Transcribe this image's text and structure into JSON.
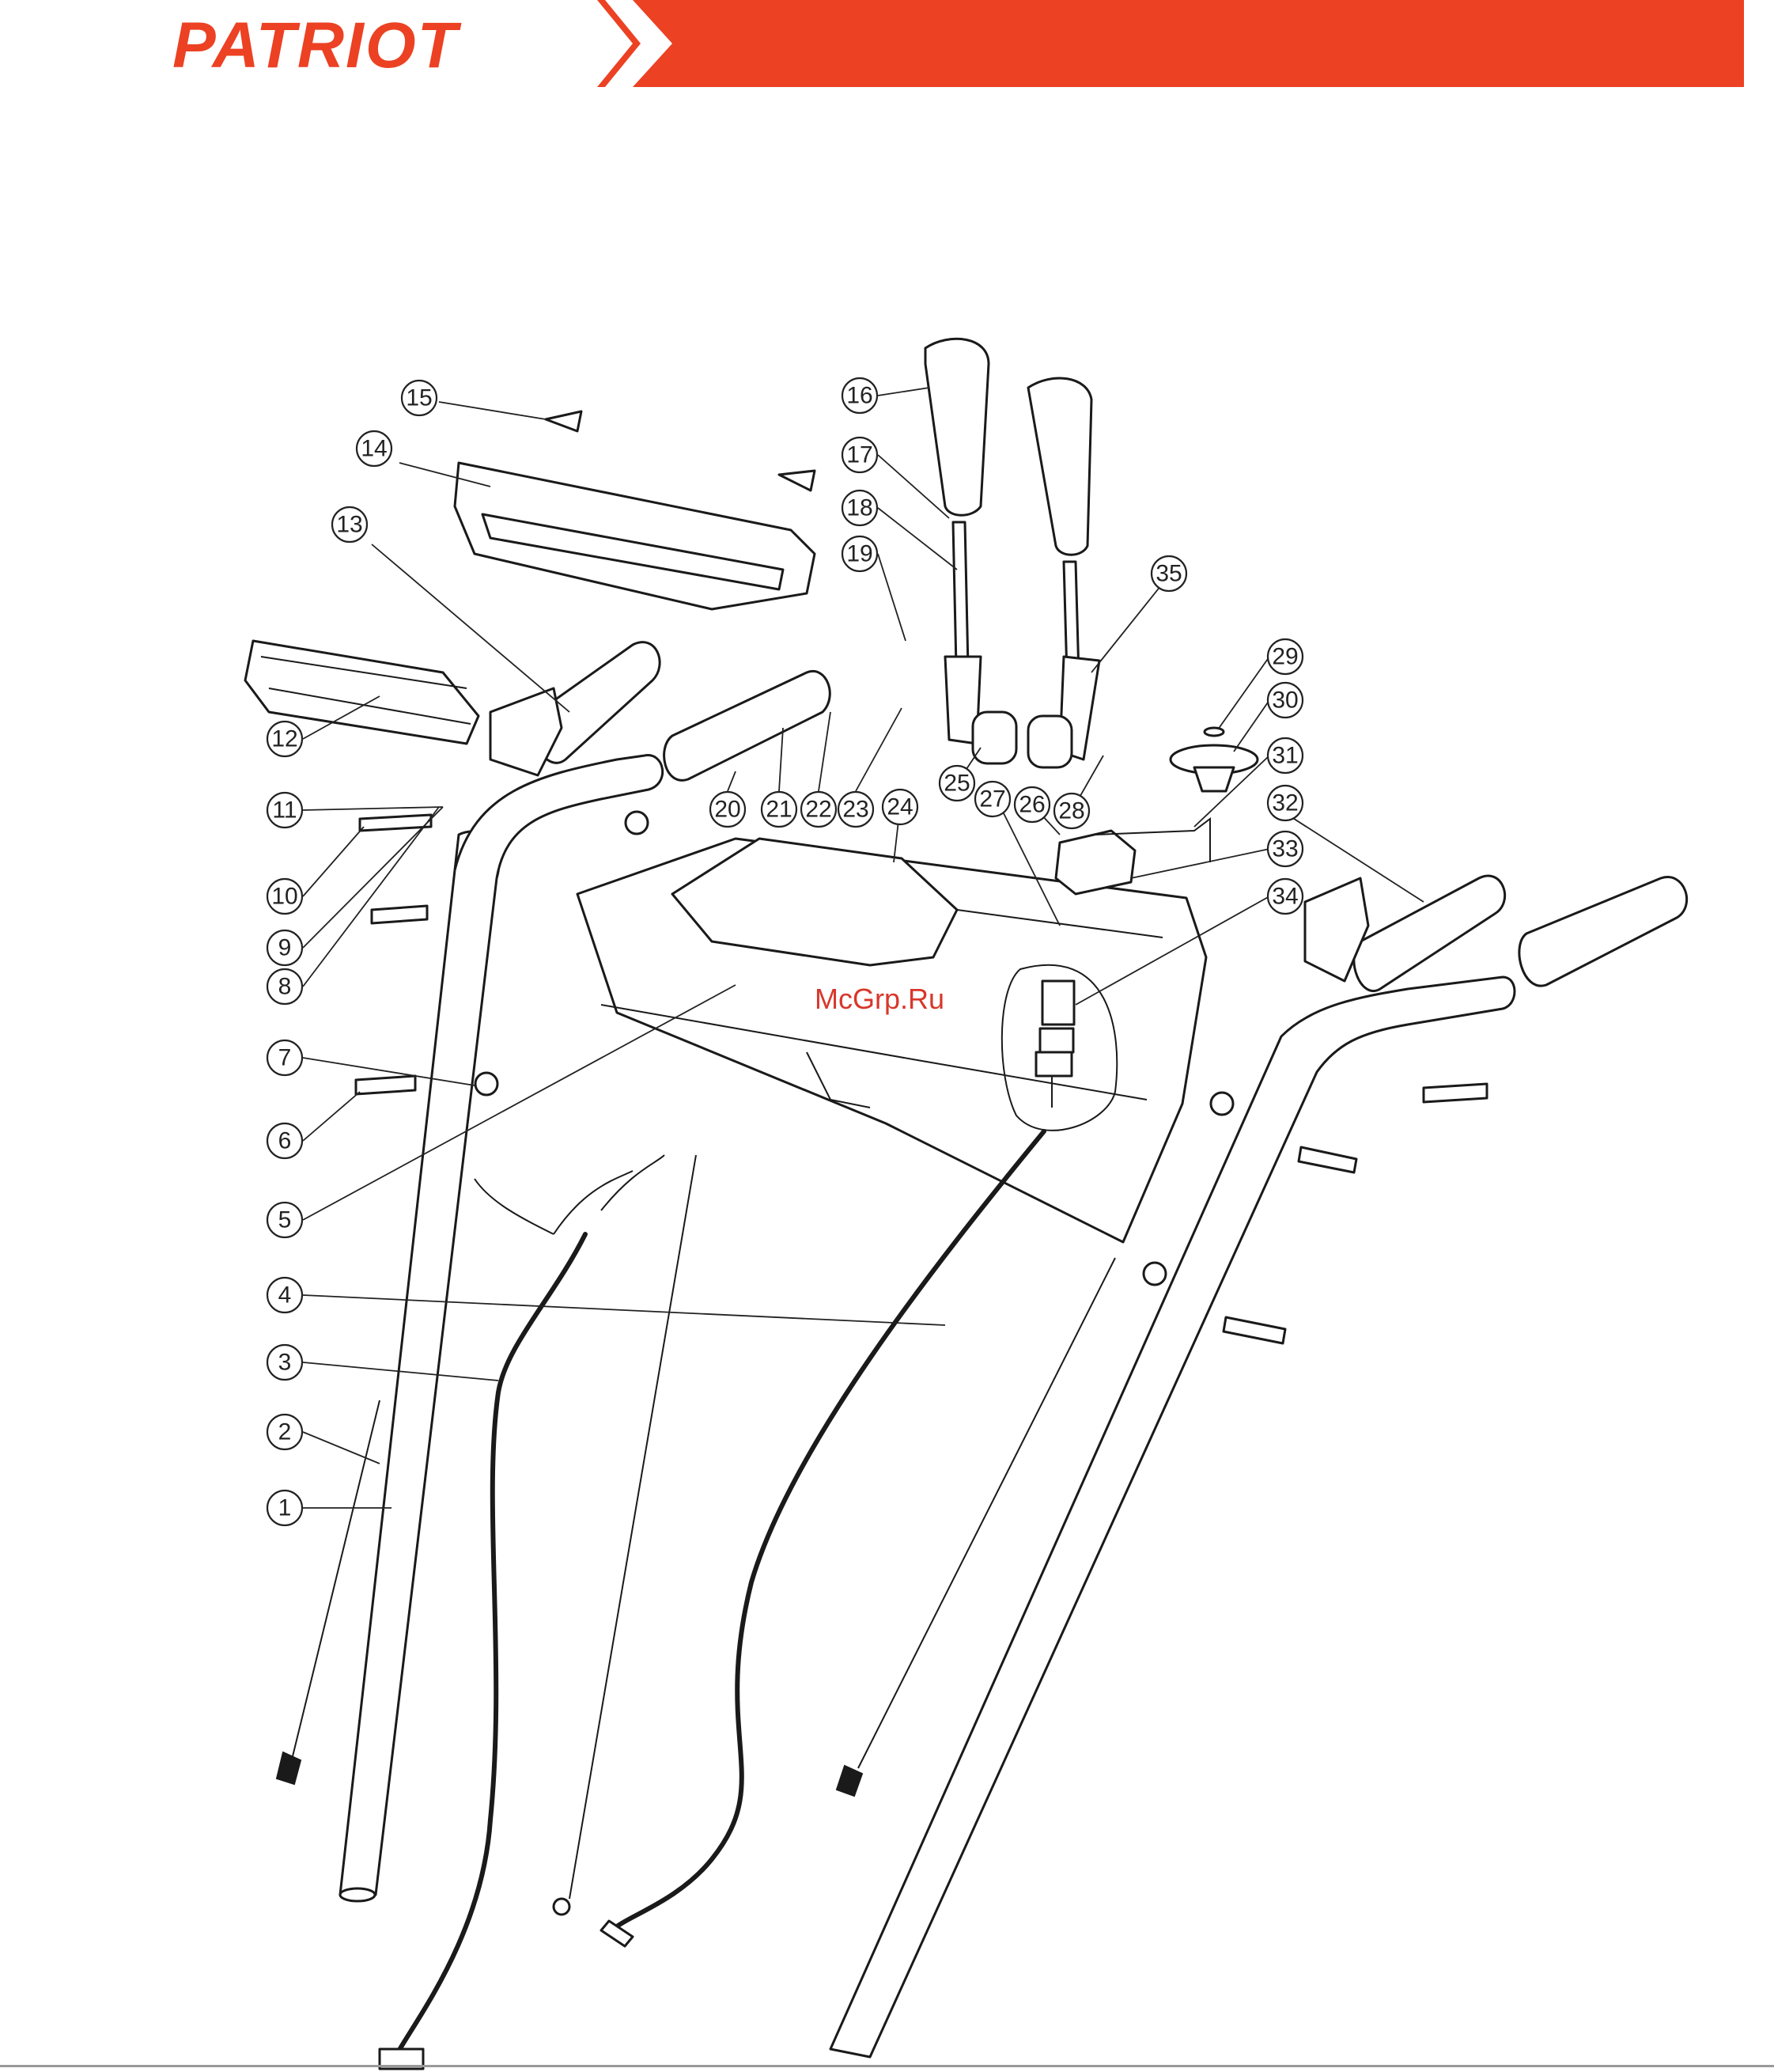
{
  "header": {
    "brand": "PATRIOT",
    "brand_color": "#ec4123"
  },
  "watermark": "McGrp.Ru",
  "callouts": [
    "1",
    "2",
    "3",
    "4",
    "5",
    "6",
    "7",
    "8",
    "9",
    "10",
    "11",
    "12",
    "13",
    "14",
    "15",
    "16",
    "17",
    "18",
    "19",
    "20",
    "21",
    "22",
    "23",
    "24",
    "25",
    "26",
    "27",
    "28",
    "29",
    "30",
    "31",
    "32",
    "33",
    "34",
    "35"
  ]
}
